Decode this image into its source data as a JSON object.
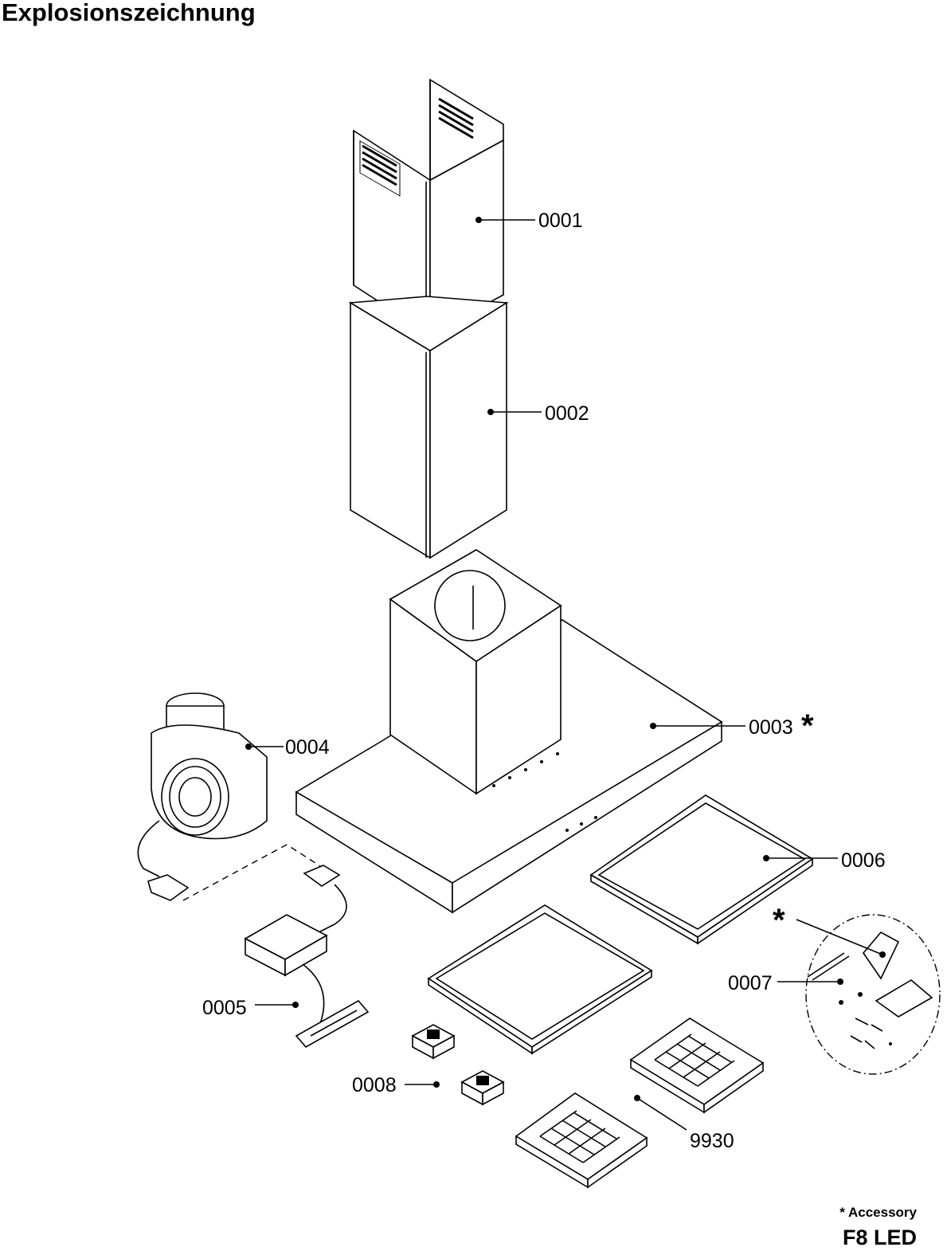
{
  "title": "Explosionszeichnung",
  "parts": {
    "p0001": "0001",
    "p0002": "0002",
    "p0003": "0003",
    "p0004": "0004",
    "p0005": "0005",
    "p0006": "0006",
    "p0007": "0007",
    "p0008": "0008",
    "p9930": "9930"
  },
  "accessory_mark": "*",
  "footer": {
    "accessory_note": "* Accessory",
    "model": "F8 LED"
  }
}
